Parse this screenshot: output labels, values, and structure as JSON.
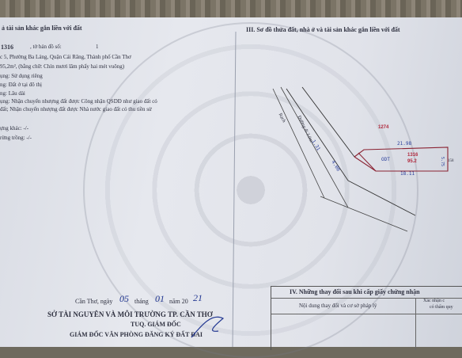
{
  "left": {
    "header": "ả tài sản khác gắn liền với đất",
    "parcel_no": "1316",
    "map_sheet_label": ", tờ bản đồ số:",
    "map_sheet_no": "1",
    "address": "c 5, Phường Ba Láng, Quận Cái Răng, Thành phố Cần Thơ",
    "area": "95,2m², (bằng chữ: Chín mươi lăm phẩy hai mét vuông)",
    "usage_form": "ụng:  Sử dụng riêng",
    "land_purpose": "ng:  Đất ở tại đô thị",
    "duration": "ng:  Lâu dài",
    "origin_1": "ụng:  Nhận chuyển nhượng đất được Công nhận QSDĐ như giao đất có",
    "origin_2": "đất; Nhận chuyển nhượng đất được Nhà nước giao đất có thu tiền sử",
    "other_house": "ựng khác: -/-",
    "plantation": "rừng trồng: -/-"
  },
  "right": {
    "header": "III. Sơ đồ thửa đất, nhà ở và tài sản khác gắn liền với đất"
  },
  "diagram": {
    "labels": {
      "canal": "Rạch",
      "road": "Đường đi 3.0m",
      "parcel_top": "1274",
      "dim_top": "21.98",
      "parcel_label": "ODT",
      "parcel_no": "1316",
      "parcel_area": "95.2",
      "dim_bottom": "18.11",
      "dim_right": "5.75",
      "dim_left": "4.00",
      "dim_diag": "1.31",
      "edge_label": "158"
    }
  },
  "signature": {
    "place": "Cần Thơ, ngày",
    "day": "05",
    "month_label": "tháng",
    "month": "01",
    "year_label": "năm 20",
    "year": "21",
    "authority": "SỞ TÀI NGUYÊN VÀ MÔI TRƯỜNG TP. CẦN THƠ",
    "deputy": "TUQ. GIÁM ĐỐC",
    "office": "GIÁM ĐỐC VĂN PHÒNG ĐĂNG KÝ ĐẤT ĐAI"
  },
  "changes_table": {
    "title": "IV. Những thay đổi sau khi cấp giấy chứng nhận",
    "col1": "Nội dung thay đổi và cơ sở pháp lý",
    "col2_line1": "Xác nhận c",
    "col2_line2": "có thẩm quy"
  }
}
